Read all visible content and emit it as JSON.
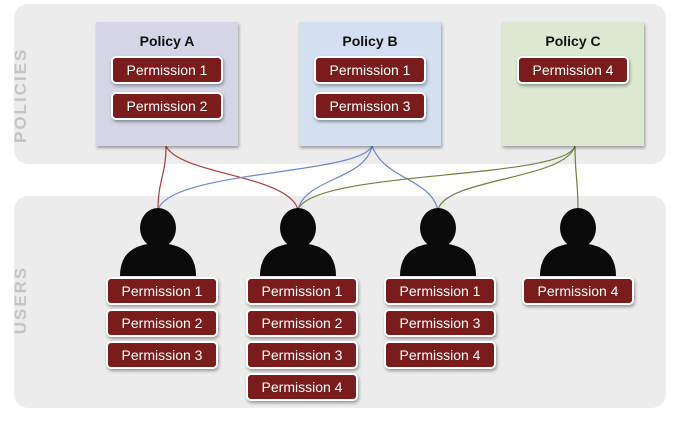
{
  "bands": {
    "policies_label": "POLICIES",
    "users_label": "USERS"
  },
  "policies": [
    {
      "title": "Policy A",
      "permissions": [
        "Permission 1",
        "Permission 2"
      ]
    },
    {
      "title": "Policy B",
      "permissions": [
        "Permission 1",
        "Permission 3"
      ]
    },
    {
      "title": "Policy C",
      "permissions": [
        "Permission 4"
      ]
    }
  ],
  "users": [
    {
      "permissions": [
        "Permission 1",
        "Permission 2",
        "Permission 3"
      ]
    },
    {
      "permissions": [
        "Permission 1",
        "Permission 2",
        "Permission 3",
        "Permission 4"
      ]
    },
    {
      "permissions": [
        "Permission 1",
        "Permission 3",
        "Permission 4"
      ]
    },
    {
      "permissions": [
        "Permission 4"
      ]
    }
  ],
  "colors": {
    "policy_a": "#d5d5e6",
    "policy_b": "#d4e0f1",
    "policy_c": "#dce8d2",
    "permission_badge": "#7a1c1c",
    "link_policy_a": "#b03a3a",
    "link_policy_b": "#6a8ad0",
    "link_policy_c": "#6f7f3c",
    "user_icon": "#0a0a0a"
  }
}
